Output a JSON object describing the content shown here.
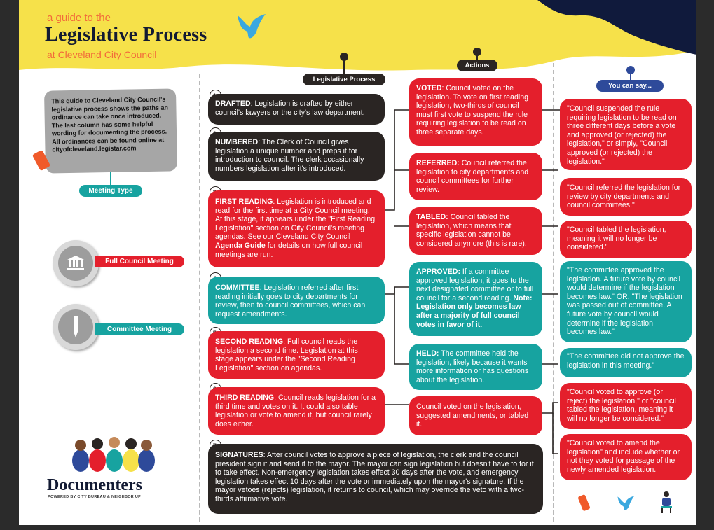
{
  "header": {
    "kicker": "a guide to the",
    "title": "Legislative Process",
    "subtitle": "at Cleveland City Council",
    "colors": {
      "yellow": "#f6e14a",
      "navy": "#101a3c",
      "orange": "#f26a3a"
    }
  },
  "intro": {
    "text": "This guide to Cleveland City Council's legislative process shows the paths an ordinance can take once introduced. The last column has some helpful wording for documenting the process. All ordinances can be found online at",
    "link": "cityofcleveland.legistar.com"
  },
  "meeting_type": {
    "label": "Meeting Type",
    "full": "Full Council Meeting",
    "committee": "Committee Meeting"
  },
  "columns": {
    "process": "Legislative Process",
    "actions": "Actions",
    "say": "You can say..."
  },
  "steps": [
    {
      "n": "1.",
      "head": "DRAFTED",
      "text": ": Legislation is drafted by either council's lawyers or the city's law department."
    },
    {
      "n": "2.",
      "head": "NUMBERED",
      "text": ": The Clerk of Council gives legislation a unique number and preps it for introduction to council. The clerk occasionally numbers legislation after it's introduced."
    },
    {
      "n": "3.",
      "head": "FIRST READING",
      "text": ": Legislation is introduced and read for the first time at a City Council meeting. At this stage, it appears under the \"First Reading Legislation\" section on City Council's meeting agendas. See our Cleveland City Council ",
      "bold2": "Agenda Guide",
      "tail": " for details on how full council meetings are run."
    },
    {
      "n": "4.",
      "head": "COMMITTEE",
      "text": ": Legislation referred after first reading initially goes to city departments for review, then to council committees, which can request amendments."
    },
    {
      "n": "5.",
      "head": "SECOND READING",
      "text": ": Full council reads the legislation a second time. Legislation at this stage appears under the \"Second Reading Legislation\" section on agendas."
    },
    {
      "n": "6.",
      "head": "THIRD READING",
      "text": ": Council reads legislation for a third time and votes on it. It could also table legislation or vote to amend it, but council rarely does either."
    },
    {
      "n": "7.",
      "head": "SIGNATURES",
      "text": ": After council votes to approve a piece of legislation, the clerk and the council president sign it and send it to the mayor. The mayor can sign legislation but doesn't have to for it to take effect. Non-emergency legislation takes effect 30 days after the vote, and emergency legislation takes effect 10 days after the vote or immediately upon the mayor's signature. If the mayor vetoes (rejects) legislation, it returns to council, which may override the veto with a two-thirds affirmative vote."
    }
  ],
  "actions": [
    {
      "head": "VOTED",
      "text": ": Council voted on the legislation. To vote on first reading legislation, two-thirds of council must first vote to suspend the rule requiring legislation to be read on three separate days."
    },
    {
      "head": "REFERRED:",
      "text": " Council referred the legislation to city departments and council committees for further review."
    },
    {
      "head": "TABLED:",
      "text": " Council tabled the legislation, which means that specific legislation cannot be considered anymore (this is rare)."
    },
    {
      "head": "APPROVED:",
      "text": " If a committee approved legislation, it goes to the next designated committee or to full council for a second reading. ",
      "bold2": "Note: Legislation only becomes law after a majority of full council votes in favor of it."
    },
    {
      "head": "HELD:",
      "text": " The committee held the legislation, likely because it wants more information or has questions about the legislation."
    },
    {
      "head": "",
      "text": "Council voted on the legislation, suggested amendments, or tabled it."
    }
  ],
  "says": [
    "\"Council suspended the rule requiring  legislation to be read on three different days before a vote and approved (or rejected) the legislation,\" or simply, \"Council approved (or rejected) the legislation.\"",
    "\"Council referred the legislation for review by city departments and council committees.\"",
    "\"Council tabled the legislation, meaning it will no longer be considered.\"",
    "\"The committee approved the legislation. A future vote by council would determine if the legislation becomes law.\" OR, \"The legislation was passed out of committee. A future vote by council would determine if the legislation becomes law.\"",
    "\"The committee did not approve the legislation in this meeting.\"",
    "\"Council voted to approve (or reject) the legislation,\" or \"council tabled the legislation, meaning it will no longer be considered.\"",
    "\"Council voted to amend the legislation\" and include whether or not they voted for passage of the newly amended legislation."
  ],
  "brand": {
    "name": "Documenters",
    "tagline": "POWERED BY CITY BUREAU & NEIGHBOR UP"
  }
}
